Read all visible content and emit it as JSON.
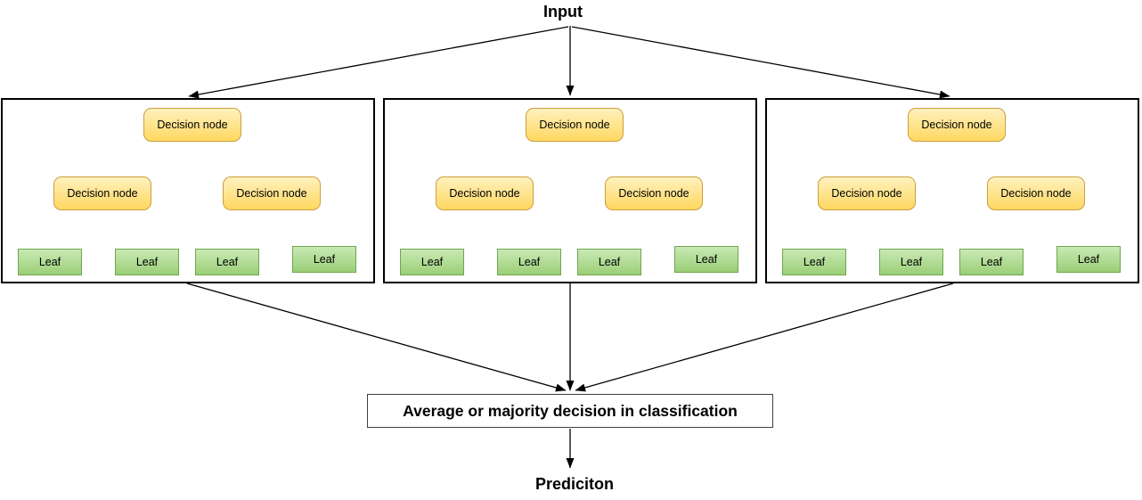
{
  "diagram": {
    "input_label": "Input",
    "aggregate_label": "Average or majority decision in classification",
    "prediction_label": "Prediciton",
    "trees": [
      {
        "root": {
          "label": "Decision node"
        },
        "children": [
          {
            "label": "Decision node"
          },
          {
            "label": "Decision node"
          }
        ],
        "leaves": [
          {
            "label": "Leaf"
          },
          {
            "label": "Leaf"
          },
          {
            "label": "Leaf"
          },
          {
            "label": "Leaf"
          }
        ]
      },
      {
        "root": {
          "label": "Decision node"
        },
        "children": [
          {
            "label": "Decision node"
          },
          {
            "label": "Decision node"
          }
        ],
        "leaves": [
          {
            "label": "Leaf"
          },
          {
            "label": "Leaf"
          },
          {
            "label": "Leaf"
          },
          {
            "label": "Leaf"
          }
        ]
      },
      {
        "root": {
          "label": "Decision node"
        },
        "children": [
          {
            "label": "Decision node"
          },
          {
            "label": "Decision node"
          }
        ],
        "leaves": [
          {
            "label": "Leaf"
          },
          {
            "label": "Leaf"
          },
          {
            "label": "Leaf"
          },
          {
            "label": "Leaf"
          }
        ]
      }
    ],
    "colors": {
      "decision_fill_top": "#FFF1BE",
      "decision_fill_bottom": "#FFD860",
      "decision_border": "#CC9E3D",
      "leaf_fill_top": "#C9E9B4",
      "leaf_fill_bottom": "#9ACF77",
      "leaf_border": "#6FA64F",
      "connector": "#000000",
      "tree_frame_border": "#000000",
      "aggregate_border": "#3F3F3F"
    }
  }
}
